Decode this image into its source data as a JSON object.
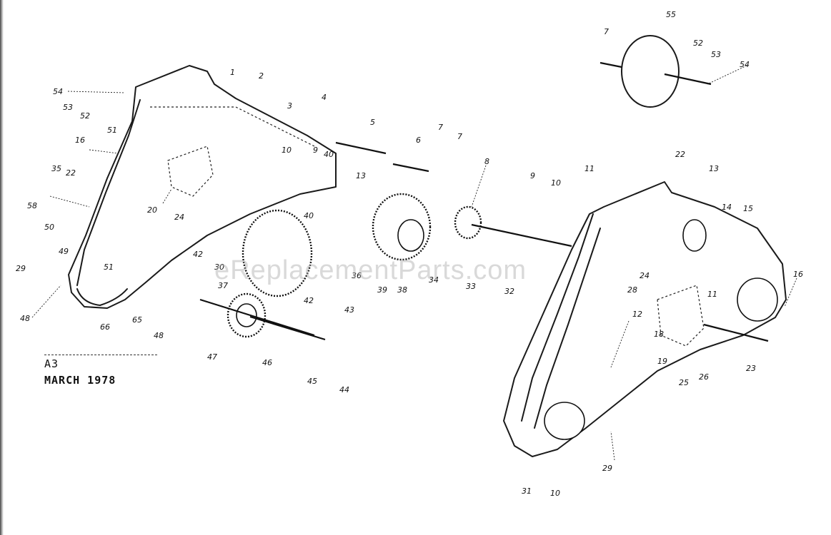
{
  "drawing": {
    "code": "A3",
    "date": "MARCH 1978",
    "watermark": "eReplacementParts.com"
  },
  "callouts": [
    {
      "id": "c1",
      "label": "1"
    },
    {
      "id": "c2",
      "label": "2"
    },
    {
      "id": "c3",
      "label": "3"
    },
    {
      "id": "c4",
      "label": "4"
    },
    {
      "id": "c5",
      "label": "5"
    },
    {
      "id": "c6",
      "label": "6"
    },
    {
      "id": "c7a",
      "label": "7"
    },
    {
      "id": "c7b",
      "label": "7"
    },
    {
      "id": "c7c",
      "label": "7"
    },
    {
      "id": "c8",
      "label": "8"
    },
    {
      "id": "c9a",
      "label": "9"
    },
    {
      "id": "c9b",
      "label": "9"
    },
    {
      "id": "c10a",
      "label": "10"
    },
    {
      "id": "c10b",
      "label": "10"
    },
    {
      "id": "c10c",
      "label": "10"
    },
    {
      "id": "c11a",
      "label": "11"
    },
    {
      "id": "c11b",
      "label": "11"
    },
    {
      "id": "c12",
      "label": "12"
    },
    {
      "id": "c13a",
      "label": "13"
    },
    {
      "id": "c13b",
      "label": "13"
    },
    {
      "id": "c14",
      "label": "14"
    },
    {
      "id": "c15",
      "label": "15"
    },
    {
      "id": "c16a",
      "label": "16"
    },
    {
      "id": "c16b",
      "label": "16"
    },
    {
      "id": "c18",
      "label": "18"
    },
    {
      "id": "c19",
      "label": "19"
    },
    {
      "id": "c20",
      "label": "20"
    },
    {
      "id": "c22a",
      "label": "22"
    },
    {
      "id": "c22b",
      "label": "22"
    },
    {
      "id": "c23",
      "label": "23"
    },
    {
      "id": "c24a",
      "label": "24"
    },
    {
      "id": "c24b",
      "label": "24"
    },
    {
      "id": "c25",
      "label": "25"
    },
    {
      "id": "c26",
      "label": "26"
    },
    {
      "id": "c28",
      "label": "28"
    },
    {
      "id": "c29a",
      "label": "29"
    },
    {
      "id": "c29b",
      "label": "29"
    },
    {
      "id": "c30",
      "label": "30"
    },
    {
      "id": "c31",
      "label": "31"
    },
    {
      "id": "c32",
      "label": "32"
    },
    {
      "id": "c33",
      "label": "33"
    },
    {
      "id": "c34",
      "label": "34"
    },
    {
      "id": "c35",
      "label": "35"
    },
    {
      "id": "c36",
      "label": "36"
    },
    {
      "id": "c37",
      "label": "37"
    },
    {
      "id": "c38",
      "label": "38"
    },
    {
      "id": "c39",
      "label": "39"
    },
    {
      "id": "c40a",
      "label": "40"
    },
    {
      "id": "c40b",
      "label": "40"
    },
    {
      "id": "c42a",
      "label": "42"
    },
    {
      "id": "c42b",
      "label": "42"
    },
    {
      "id": "c43",
      "label": "43"
    },
    {
      "id": "c44",
      "label": "44"
    },
    {
      "id": "c45",
      "label": "45"
    },
    {
      "id": "c46",
      "label": "46"
    },
    {
      "id": "c47",
      "label": "47"
    },
    {
      "id": "c48a",
      "label": "48"
    },
    {
      "id": "c48b",
      "label": "48"
    },
    {
      "id": "c49",
      "label": "49"
    },
    {
      "id": "c50",
      "label": "50"
    },
    {
      "id": "c51a",
      "label": "51"
    },
    {
      "id": "c51b",
      "label": "51"
    },
    {
      "id": "c52a",
      "label": "52"
    },
    {
      "id": "c52b",
      "label": "52"
    },
    {
      "id": "c53a",
      "label": "53"
    },
    {
      "id": "c53b",
      "label": "53"
    },
    {
      "id": "c54a",
      "label": "54"
    },
    {
      "id": "c54b",
      "label": "54"
    },
    {
      "id": "c55",
      "label": "55"
    },
    {
      "id": "c58",
      "label": "58"
    },
    {
      "id": "c65",
      "label": "65"
    },
    {
      "id": "c66",
      "label": "66"
    }
  ]
}
